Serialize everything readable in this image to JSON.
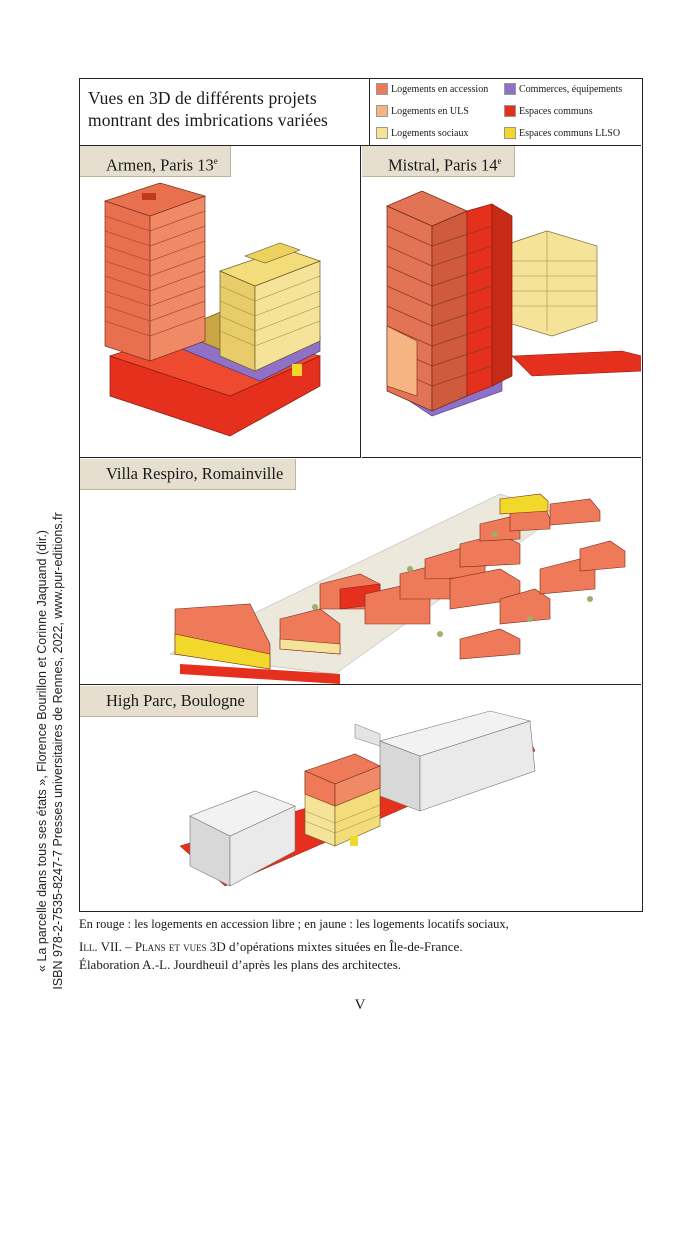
{
  "figure": {
    "title_line1": "Vues en 3D de différents projets",
    "title_line2": "montrant des imbrications variées",
    "legend": [
      {
        "label": "Logements en accession",
        "color": "#ee7a5a"
      },
      {
        "label": "Commerces, équipements",
        "color": "#8f72c8"
      },
      {
        "label": "Logements en ULS",
        "color": "#f5b482"
      },
      {
        "label": "Espaces communs",
        "color": "#e5301e"
      },
      {
        "label": "Logements sociaux",
        "color": "#f6e39a"
      },
      {
        "label": "Espaces communs LLSO",
        "color": "#f3d82c"
      }
    ],
    "panels": {
      "armen": {
        "name": "Armen, Paris 13",
        "sup": "e"
      },
      "mistral": {
        "name": "Mistral, Paris 14",
        "sup": "e"
      },
      "villa": {
        "name": "Villa Respiro, Romainville"
      },
      "highparc": {
        "name": "High Parc, Boulogne"
      }
    }
  },
  "caption": {
    "line1": "En rouge : les logements en accession libre ; en jaune : les logements locatifs sociaux,",
    "ill_label": "Ill. VII. – Plans et vues 3D",
    "ill_text": " d’opérations mixtes situées en Île-de-France.",
    "line3": "Élaboration A.-L. Jourdheuil d’après les plans des architectes."
  },
  "page_number": "V",
  "side_note": {
    "line1": "« La parcelle dans tous ses états », Florence Bourillon et Corinne Jaquand (dir.)",
    "line2": "ISBN 978-2-7535-8247-7 Presses universitaires de Rennes, 2022, www.pur-editions.fr"
  }
}
